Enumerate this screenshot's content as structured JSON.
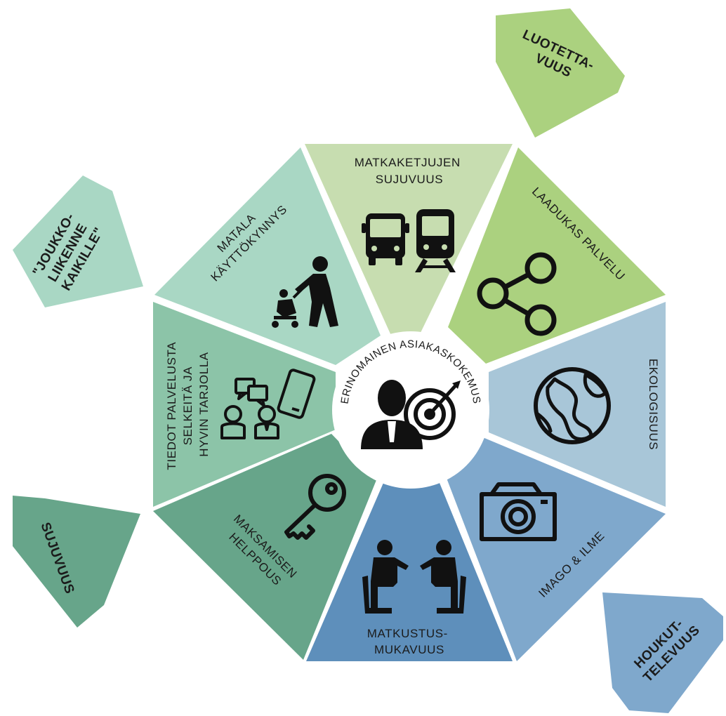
{
  "colors": {
    "matkaketjut": "#c7ddb0",
    "laadukas": "#abd17f",
    "ekologisuus": "#a8c6d8",
    "imago": "#7fa8cc",
    "matkustus": "#5e8fbb",
    "maksaminen": "#67a58a",
    "tiedot": "#8cc4a8",
    "matala": "#a9d7c4",
    "center": "#ffffff",
    "icon": "#111111"
  },
  "center": {
    "label": "ERINOMAINEN ASIAKASKOKEMUS",
    "icon": "businessman-target-icon"
  },
  "segments": [
    {
      "id": "matkaketjut",
      "lines": [
        "MATKAKETJUJEN",
        "SUJUVUUS"
      ],
      "icon": "bus-train-icon"
    },
    {
      "id": "laadukas",
      "lines": [
        "LAADUKAS PALVELU"
      ],
      "icon": "share-icon"
    },
    {
      "id": "ekologisuus",
      "lines": [
        "EKOLOGISUUS"
      ],
      "icon": "globe-icon"
    },
    {
      "id": "imago",
      "lines": [
        "IMAGO & ILME"
      ],
      "icon": "camera-icon"
    },
    {
      "id": "matkustus",
      "lines": [
        "MATKUSTUS-",
        "MUKAVUUS"
      ],
      "icon": "seated-people-icon"
    },
    {
      "id": "maksaminen",
      "lines": [
        "MAKSAMISEN",
        "HELPPOUS"
      ],
      "icon": "key-icon"
    },
    {
      "id": "tiedot",
      "lines": [
        "TIEDOT PALVELUSTA",
        "SELKEITÄ JA",
        "HYVIN TARJOLLA"
      ],
      "icon": "chat-phone-icon"
    },
    {
      "id": "matala",
      "lines": [
        "MATALA",
        "KÄYTTÖKYNNYS"
      ],
      "icon": "stroller-icon"
    }
  ],
  "corners": [
    {
      "id": "luotettavuus",
      "lines": [
        "LUOTETTA-",
        "VUUS"
      ],
      "color": "#abd17f"
    },
    {
      "id": "joukkoliikenne",
      "lines": [
        "\"JOUKKO-",
        "LIIKENNE",
        "KAIKILLE\""
      ],
      "color": "#a9d7c4"
    },
    {
      "id": "sujuvuus",
      "lines": [
        "SUJUVUUS"
      ],
      "color": "#67a58a"
    },
    {
      "id": "houkuttelevuus",
      "lines": [
        "HOUKUT-",
        "TELEVUUS"
      ],
      "color": "#7fa8cc"
    }
  ]
}
